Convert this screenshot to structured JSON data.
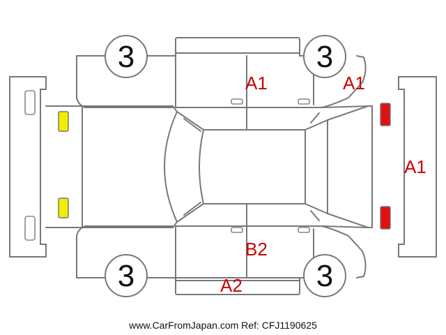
{
  "diagram": {
    "wheels": [
      {
        "id": "front-left",
        "grade": "3"
      },
      {
        "id": "rear-left",
        "grade": "3"
      },
      {
        "id": "front-right",
        "grade": "3"
      },
      {
        "id": "rear-right",
        "grade": "3"
      }
    ],
    "damage_labels": [
      {
        "id": "roof-rail-top",
        "code": "A1"
      },
      {
        "id": "rear-fender-top",
        "code": "A1"
      },
      {
        "id": "rear-bumper",
        "code": "A1"
      },
      {
        "id": "door-bottom",
        "code": "B2"
      },
      {
        "id": "sill-bottom",
        "code": "A2"
      }
    ],
    "lamps": {
      "front_color": "#f2ee00",
      "rear_color": "#e01010"
    },
    "line_color": "#777777",
    "label_color": "#cc0000"
  },
  "footer": {
    "text": "www.CarFromJapan.com Ref: CFJ1190625"
  }
}
